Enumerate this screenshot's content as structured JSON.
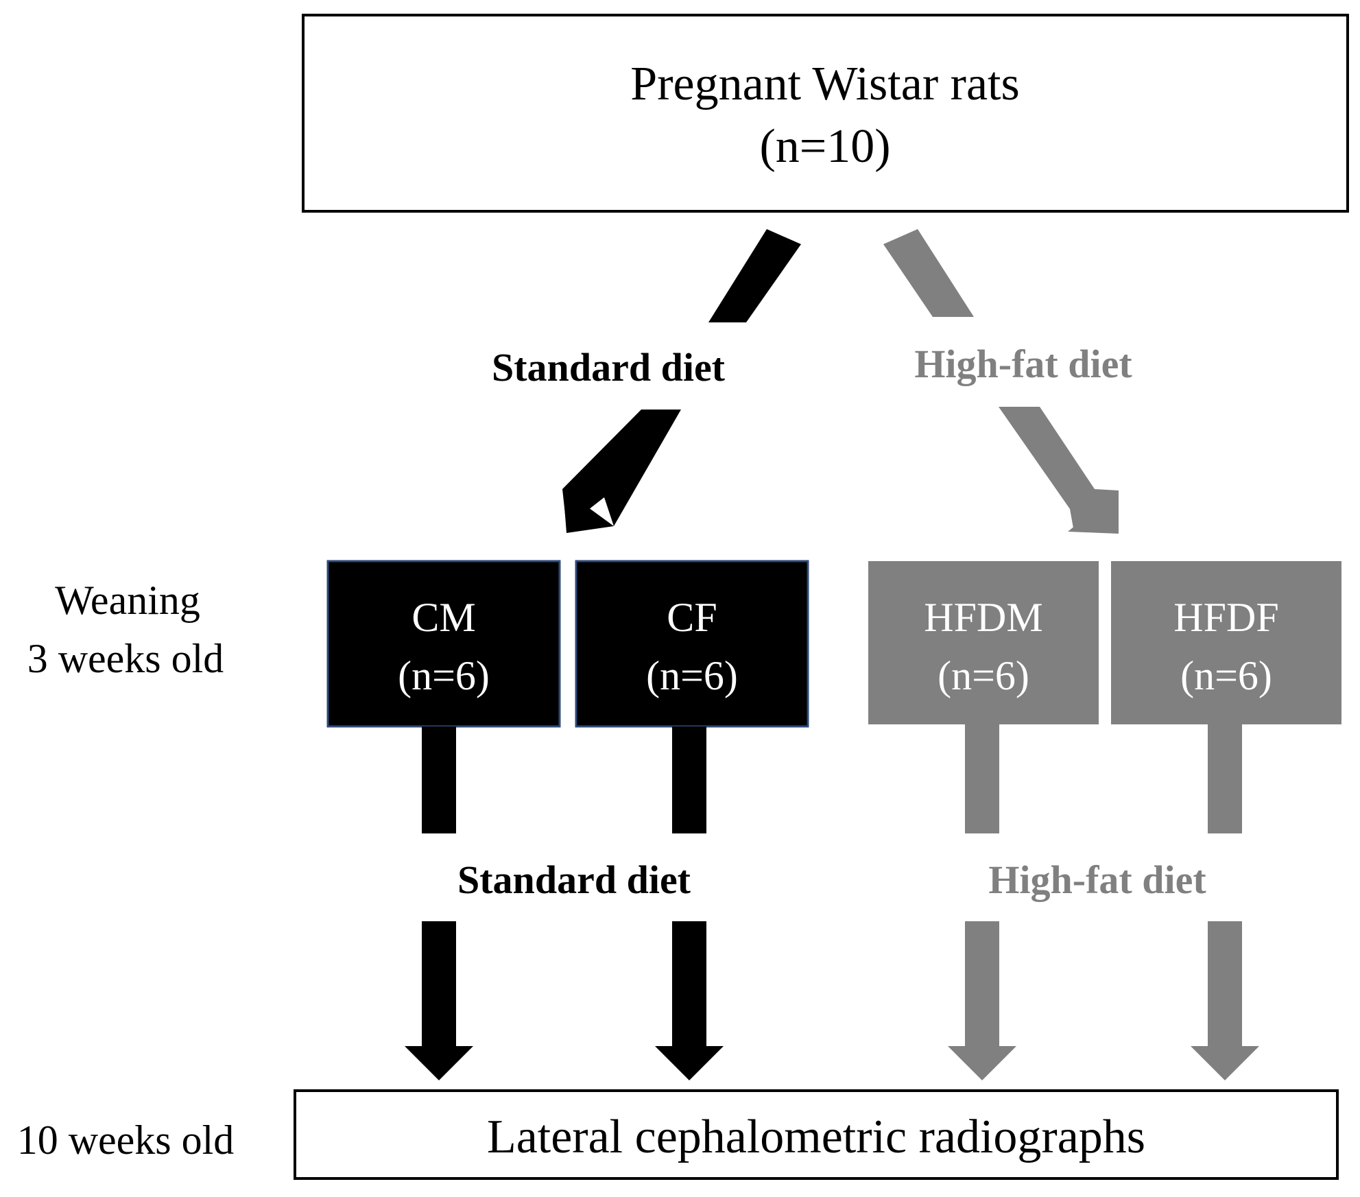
{
  "colors": {
    "standard": "#000000",
    "high_fat": "#808080",
    "group_box_border": "#2f4a7a",
    "box_text": "#ffffff"
  },
  "top_box": {
    "line1": "Pregnant  Wistar rats",
    "line2": "(n=10)"
  },
  "diet_labels": {
    "standard_top": "Standard  diet",
    "high_fat_top": "High-fat  diet",
    "standard_bottom": "Standard  diet",
    "high_fat_bottom": "High-fat  diet"
  },
  "timeline": {
    "weaning_line1": "Weaning",
    "weaning_line2": "3 weeks old",
    "final": "10 weeks old"
  },
  "groups": [
    {
      "name": "CM",
      "n": "(n=6)"
    },
    {
      "name": "CF",
      "n": "(n=6)"
    },
    {
      "name": "HFDM",
      "n": "(n=6)"
    },
    {
      "name": "HFDF",
      "n": "(n=6)"
    }
  ],
  "bottom_box": {
    "text": "Lateral  cephalometric  radiographs"
  }
}
